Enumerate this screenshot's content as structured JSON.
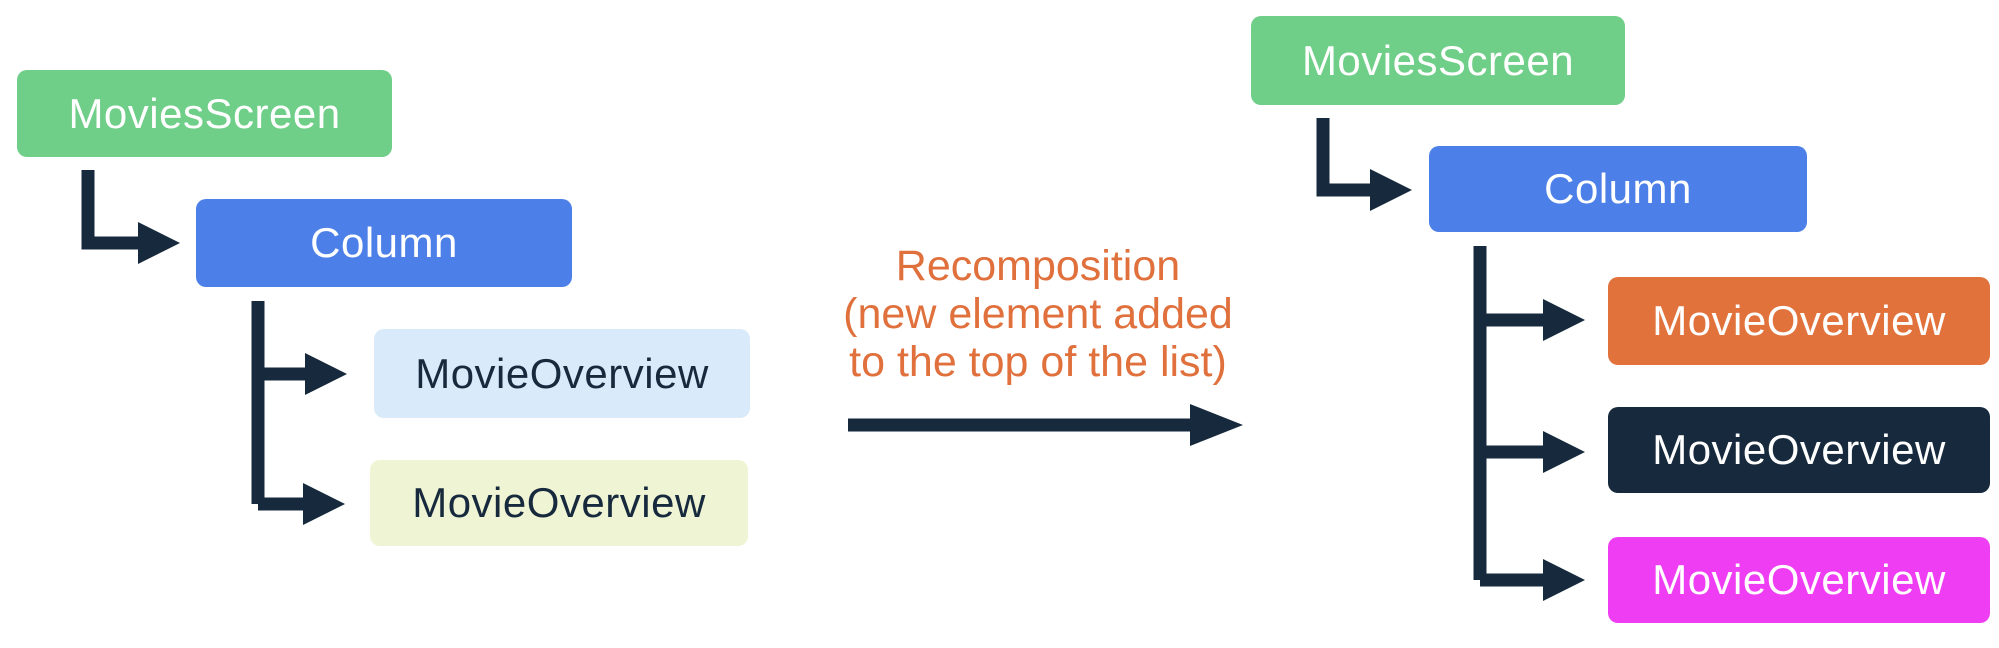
{
  "colors": {
    "green": "#6FCE87",
    "blue": "#4C80E8",
    "light_blue": "#D9EAFA",
    "cream": "#EFF4D5",
    "orange": "#E2723C",
    "navy": "#17293C",
    "magenta": "#EE3DF2",
    "connector": "#17293C",
    "caption_text": "#E0703C",
    "node_text_light": "#FFFFFF",
    "node_text_dark": "#17293C"
  },
  "left_tree": {
    "root_label": "MoviesScreen",
    "column_label": "Column",
    "children": [
      {
        "label": "MovieOverview"
      },
      {
        "label": "MovieOverview"
      }
    ]
  },
  "caption": {
    "lines": [
      "Recomposition",
      "(new element added",
      "to the top of the list)"
    ]
  },
  "right_tree": {
    "root_label": "MoviesScreen",
    "column_label": "Column",
    "children": [
      {
        "label": "MovieOverview"
      },
      {
        "label": "MovieOverview"
      },
      {
        "label": "MovieOverview"
      }
    ]
  }
}
